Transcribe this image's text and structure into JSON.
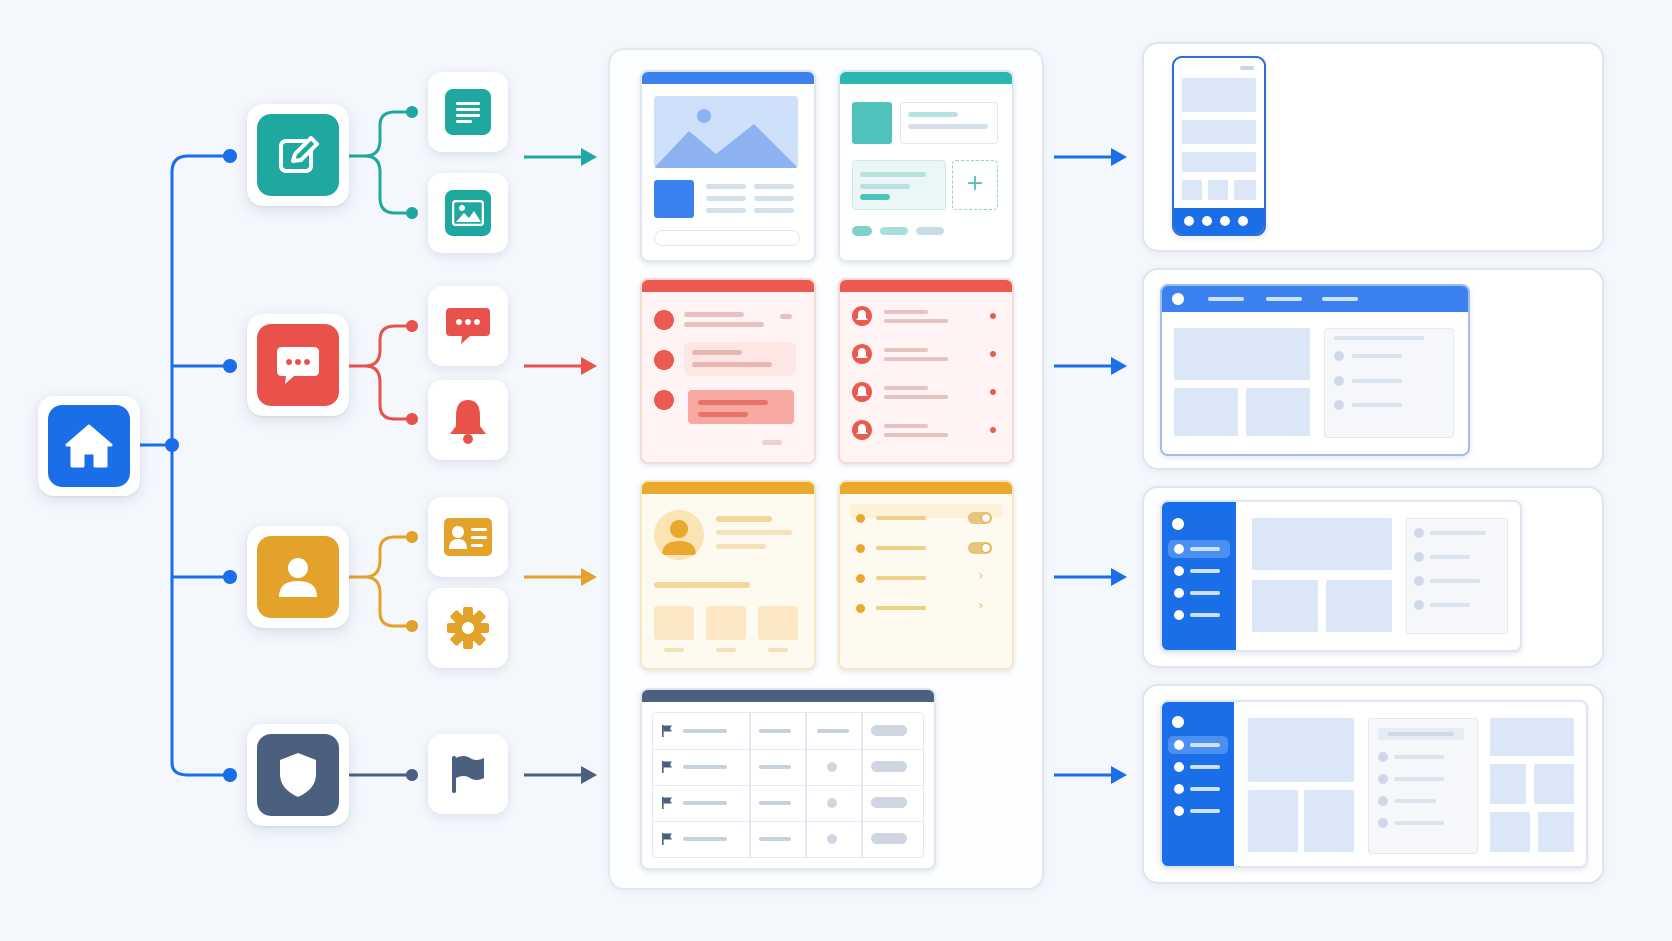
{
  "nodes": {
    "home": {
      "icon": "home-icon",
      "color": "#1a6ee8"
    },
    "categories": [
      {
        "id": "content",
        "icon": "edit-icon",
        "color": "#1fa8a0",
        "children": [
          {
            "icon": "document-icon"
          },
          {
            "icon": "image-icon"
          }
        ]
      },
      {
        "id": "messaging",
        "icon": "chat-icon",
        "color": "#e8524a",
        "children": [
          {
            "icon": "chat-bubble-icon"
          },
          {
            "icon": "bell-icon"
          }
        ]
      },
      {
        "id": "profile",
        "icon": "user-icon",
        "color": "#e3a22a",
        "children": [
          {
            "icon": "id-card-icon"
          },
          {
            "icon": "gear-icon"
          }
        ]
      },
      {
        "id": "security",
        "icon": "shield-icon",
        "color": "#4a607e",
        "children": [
          {
            "icon": "flag-icon"
          }
        ]
      }
    ]
  },
  "colors": {
    "line": "#1a6ee8",
    "arrow": "#1a6ee8",
    "panel_border": "#e2e8f2",
    "placeholder": "#dbe6f7"
  },
  "wireframes": {
    "middle": [
      "content-screens",
      "messaging-screens",
      "profile-screens",
      "security-table"
    ],
    "right": [
      "mobile-layout",
      "web-layout",
      "sidebar-layout",
      "dashboard-layout"
    ]
  },
  "table_rows": 4
}
